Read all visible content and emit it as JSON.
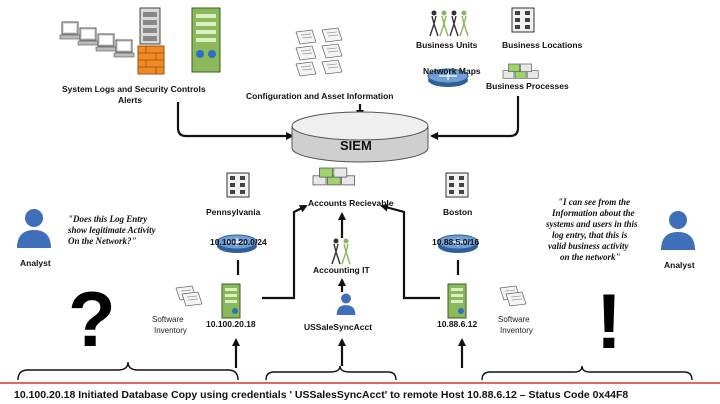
{
  "sources": {
    "system_logs": "System Logs and Security Controls",
    "alerts": "Alerts",
    "configuration": "Configuration and Asset Information",
    "business_units": "Business Units",
    "business_locations": "Business Locations",
    "network_maps": "Network Maps",
    "business_processes": "Business Processes"
  },
  "siem": {
    "label": "SIEM"
  },
  "accounts": {
    "label": "Accounts Recievable"
  },
  "accounting_it": {
    "label": "Accounting IT"
  },
  "service_account": {
    "label": "USSaleSyncAcct"
  },
  "left_site": {
    "location": "Pennsylvania",
    "subnet": "10.100.20.0/24",
    "host": "10.100.20.18",
    "inventory_line1": "Software",
    "inventory_line2": "Inventory"
  },
  "right_site": {
    "location": "Boston",
    "subnet": "10.88.5.0/16",
    "host": "10.88.6.12",
    "inventory_line1": "Software",
    "inventory_line2": "Inventory"
  },
  "left_analyst": {
    "label": "Analyst",
    "quote_lines": [
      "\"Does this Log Entry",
      "show legitimate Activity",
      "On the Network?\""
    ],
    "symbol": "?"
  },
  "right_analyst": {
    "label": "Analyst",
    "quote_lines": [
      "\"I can see from the",
      "Information about the",
      "systems and users in this",
      "log entry, that this is",
      "valid business activity",
      "on the network\""
    ],
    "symbol": "!"
  },
  "status_bar": {
    "text": "10.100.20.18 Initiated Database Copy using  credentials ' USSalesSyncAcct' to remote Host 10.88.6.12 – Status Code 0x44F8",
    "accent": "#d33a2c"
  }
}
